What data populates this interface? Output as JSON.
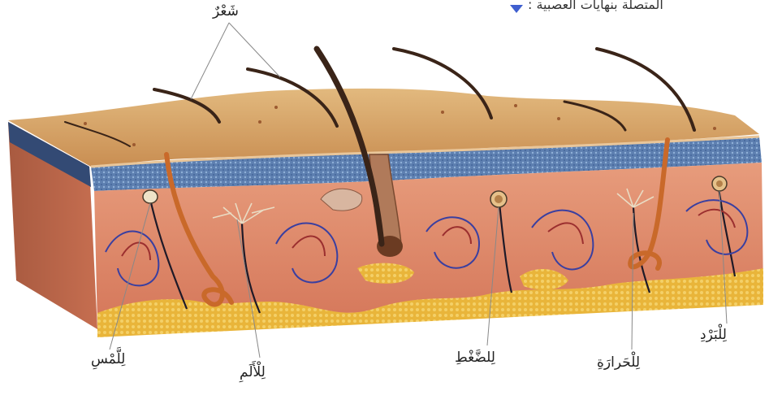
{
  "header": {
    "caption": "المتصلة بنهايات العصبية :"
  },
  "labels": {
    "hair": "شَعْرٌ",
    "touch": "لِلَّمْسِ",
    "pain": "لِلْأَلَمِ",
    "pressure": "لِلضَّغْطِ",
    "heat": "لِلْحَرارَةِ",
    "cold": "لِلْبَرْدِ"
  },
  "colors": {
    "skin_surface": "#d9a86a",
    "epidermis_blue": "#6a8fb5",
    "dermis": "#d98a6a",
    "fat": "#e7b93c",
    "hair": "#3a2418",
    "nerve": "#3a3fa0",
    "vessel": "#9b2f2f",
    "leader_line": "#888888",
    "bullet": "#3f5fcf"
  }
}
